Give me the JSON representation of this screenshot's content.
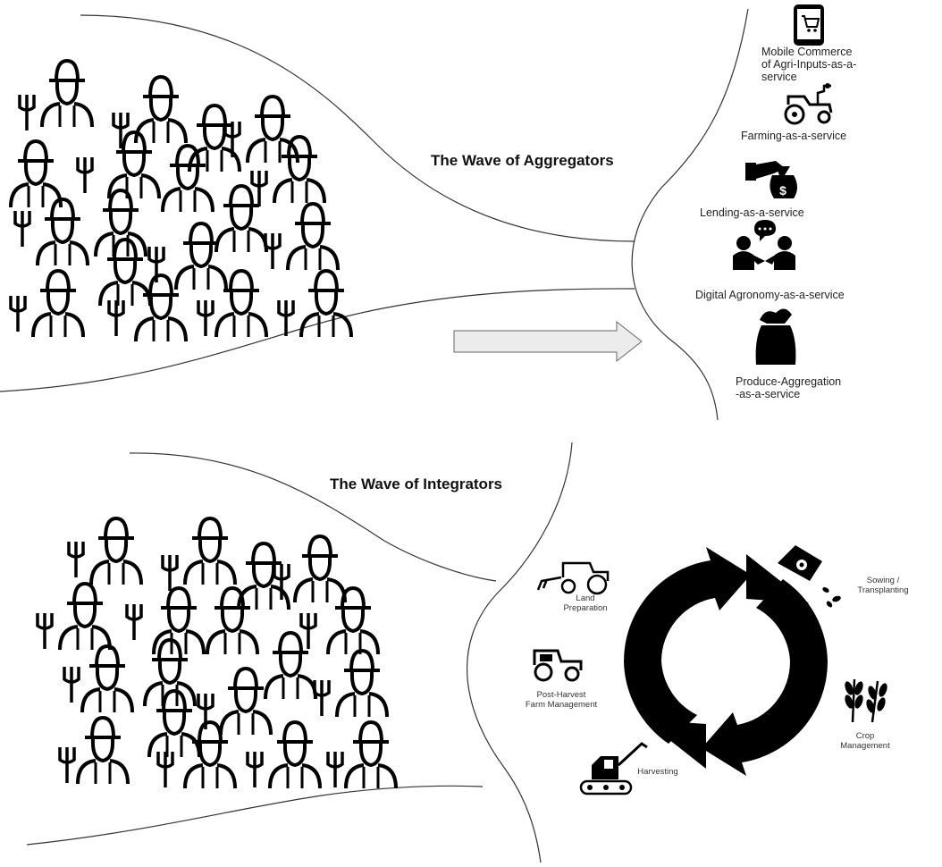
{
  "top": {
    "title": "The Wave of Aggregators",
    "services": [
      {
        "name": "mobile-commerce",
        "icon": "mobile-cart-icon",
        "lines": [
          "Mobile Commerce",
          "of Agri-Inputs-as-a-",
          "service"
        ]
      },
      {
        "name": "farming",
        "icon": "tractor-icon",
        "lines": [
          "Farming-as-a-service"
        ]
      },
      {
        "name": "lending",
        "icon": "money-hand-icon",
        "lines": [
          "Lending-as-a-service"
        ]
      },
      {
        "name": "digital-agronomy",
        "icon": "people-chat-icon",
        "lines": [
          "Digital Agronomy-as-a-service"
        ]
      },
      {
        "name": "produce-aggregation",
        "icon": "grain-sack-icon",
        "lines": [
          "Produce-Aggregation",
          "-as-a-service"
        ]
      }
    ]
  },
  "bottom": {
    "title": "The Wave of Integrators",
    "stages": [
      {
        "name": "land-preparation",
        "icon": "tractor-plough-icon",
        "lines": [
          "Land",
          "Preparation"
        ]
      },
      {
        "name": "sowing",
        "icon": "seed-packet-icon",
        "lines": [
          "Sowing /",
          "Transplanting"
        ]
      },
      {
        "name": "crop-management",
        "icon": "wheat-icon",
        "lines": [
          "Crop",
          "Management"
        ]
      },
      {
        "name": "harvesting",
        "icon": "harvester-icon",
        "lines": [
          "Harvesting"
        ]
      },
      {
        "name": "post-harvest",
        "icon": "tractor-icon",
        "lines": [
          "Post-Harvest",
          "Farm Management"
        ]
      }
    ]
  },
  "icons": {
    "crowd": "farmers-crowd-icon",
    "arrow": "right-arrow-icon",
    "cycle": "cycle-arrows-icon"
  }
}
